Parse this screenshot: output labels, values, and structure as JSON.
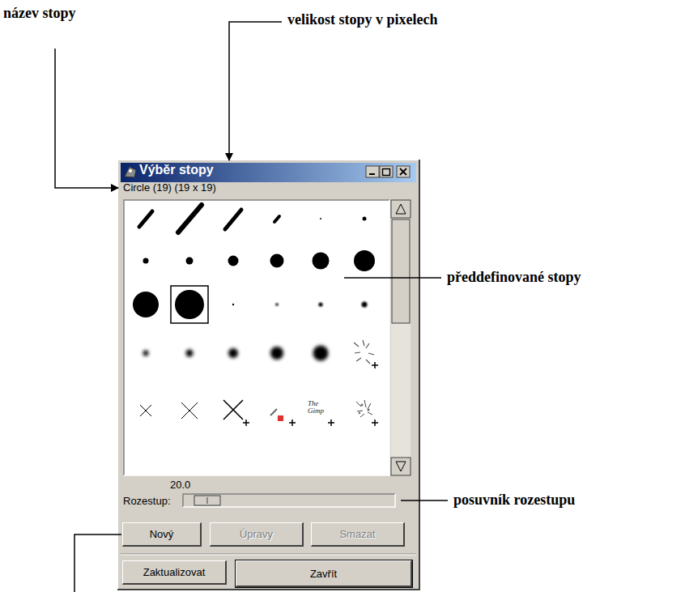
{
  "diagram": {
    "nodes": [
      {
        "text": [
          "Výběr stopy"
        ]
      },
      {
        "text": [
          "Nový"
        ],
        "in": 0
      },
      {
        "text": [
          "Úpravy"
        ],
        "in": 0
      },
      {
        "text": [
          "Smazat"
        ],
        "in": 0
      },
      {
        "text": [
          "Zaktualizovat"
        ],
        "in": 0
      },
      {
        "text": [
          "Zavřít"
        ],
        "in": 0
      }
    ],
    "labels": [
      "název stopy",
      "velikost stopy v pixelech",
      "Circle (19) (19 x 19)",
      "předdefinované stopy",
      "The Gimp",
      "20.0",
      "Rozestup:",
      "posuvník rozestupu"
    ]
  }
}
